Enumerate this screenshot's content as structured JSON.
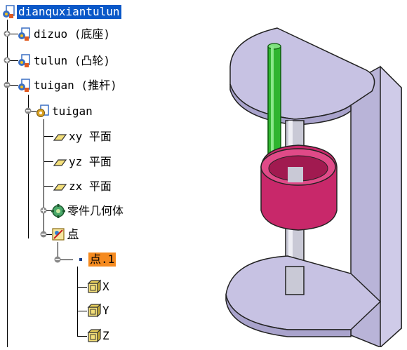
{
  "tree": {
    "root": {
      "label": "dianquxiantulun",
      "icon": "product-icon"
    },
    "items": [
      {
        "label": "dizuo (底座)",
        "icon": "part-icon"
      },
      {
        "label": "tulun (凸轮)",
        "icon": "part-icon"
      },
      {
        "label": "tuigan (推杆)",
        "icon": "part-icon"
      }
    ],
    "part": {
      "label": "tuigan",
      "icon": "part-body-icon"
    },
    "planes": [
      {
        "label": "xy 平面",
        "icon": "plane-icon"
      },
      {
        "label": "yz 平面",
        "icon": "plane-icon"
      },
      {
        "label": "zx 平面",
        "icon": "plane-icon"
      }
    ],
    "body": {
      "label": "零件几何体",
      "icon": "part-body-gear-icon"
    },
    "geo_set": {
      "label": "点",
      "icon": "geometric-set-icon"
    },
    "point": {
      "label": "点.1",
      "icon": "point-icon"
    },
    "coords": [
      {
        "label": "X",
        "icon": "coordinate-icon"
      },
      {
        "label": "Y",
        "icon": "coordinate-icon"
      },
      {
        "label": "Z",
        "icon": "coordinate-icon"
      }
    ]
  },
  "colors": {
    "selection": "#0a58c8",
    "highlight": "#f58a1f",
    "plate": "#b9b4d8",
    "rod": "#c9c9d6",
    "follower": "#2fb52f",
    "cam": "#c8286a"
  }
}
